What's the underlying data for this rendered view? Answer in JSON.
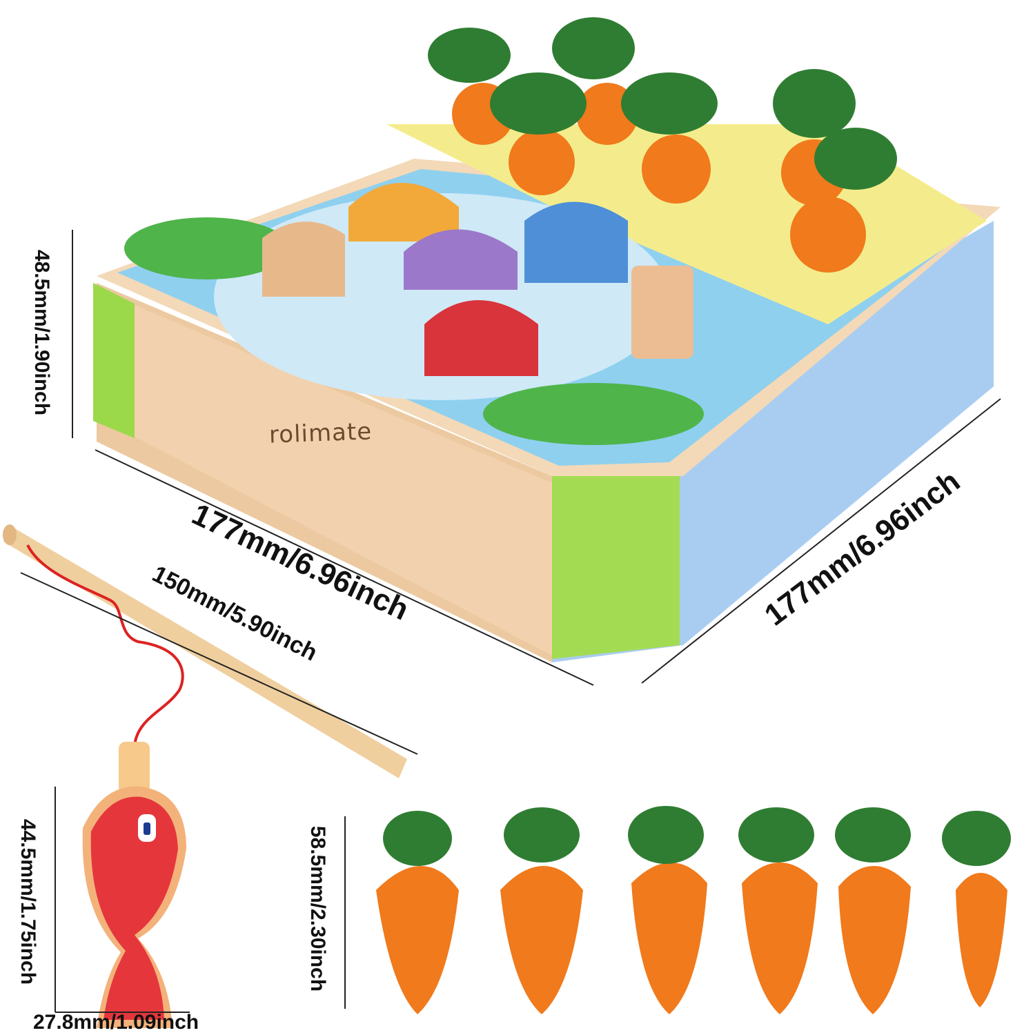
{
  "brand": "rolimate",
  "dimensions": {
    "box_height": "48.5mm/1.90inch",
    "box_width_front": "177mm/6.96inch",
    "box_width_side": "177mm/6.96inch",
    "rod_length": "150mm/5.90inch",
    "fish_height": "44.5mm/1.75inch",
    "fish_width": "27.8mm/1.09inch",
    "carrot_height": "58.5mm/2.30inch"
  },
  "colors": {
    "wood": "#e9c39a",
    "carrot": "#f07a1c",
    "leaf": "#2f7d32",
    "side_blue": "#a9cdf0",
    "corner_green": "#9bd94a",
    "pond": "#bfe3f5",
    "fish_red": "#e5363c"
  }
}
